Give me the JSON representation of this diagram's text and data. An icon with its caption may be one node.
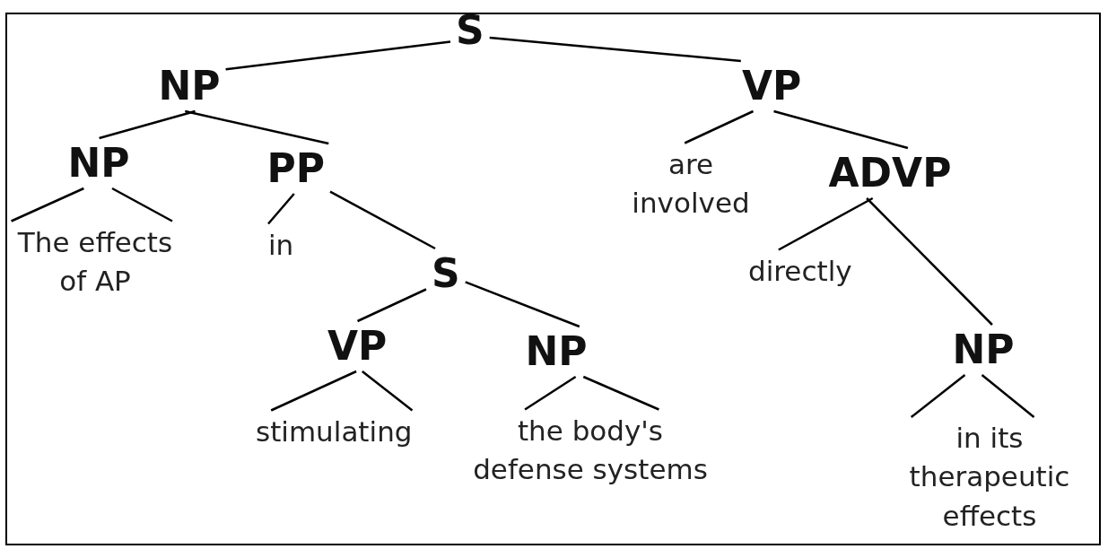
{
  "diagram": {
    "nodes": [
      {
        "text": [
          "S"
        ]
      },
      {
        "text": [
          "NP"
        ]
      },
      {
        "text": [
          "VP"
        ]
      },
      {
        "text": [
          "NP"
        ]
      },
      {
        "text": [
          "PP"
        ]
      },
      {
        "text": [
          "The effects of AP"
        ]
      },
      {
        "text": [
          "in"
        ]
      },
      {
        "text": [
          "S"
        ]
      },
      {
        "text": [
          "are involved"
        ]
      },
      {
        "text": [
          "ADVP"
        ]
      },
      {
        "text": [
          "VP"
        ]
      },
      {
        "text": [
          "NP"
        ]
      },
      {
        "text": [
          "stimulating"
        ]
      },
      {
        "text": [
          "the body's defense systems"
        ]
      },
      {
        "text": [
          "directly"
        ]
      },
      {
        "text": [
          "NP"
        ]
      },
      {
        "text": [
          "in its therapeutic effects"
        ]
      }
    ],
    "edges": [
      {
        "from": 0,
        "to": 1,
        "arrow": "none"
      },
      {
        "from": 0,
        "to": 2,
        "arrow": "none"
      },
      {
        "from": 1,
        "to": 3,
        "arrow": "none"
      },
      {
        "from": 1,
        "to": 4,
        "arrow": "none"
      },
      {
        "from": 3,
        "to": 5,
        "arrow": "none"
      },
      {
        "from": 3,
        "to": 5,
        "arrow": "none"
      },
      {
        "from": 4,
        "to": 6,
        "arrow": "none"
      },
      {
        "from": 4,
        "to": 7,
        "arrow": "none"
      },
      {
        "from": 7,
        "to": 10,
        "arrow": "none"
      },
      {
        "from": 7,
        "to": 11,
        "arrow": "none"
      },
      {
        "from": 10,
        "to": 12,
        "arrow": "none"
      },
      {
        "from": 10,
        "to": 12,
        "arrow": "none"
      },
      {
        "from": 11,
        "to": 13,
        "arrow": "none"
      },
      {
        "from": 11,
        "to": 13,
        "arrow": "none"
      },
      {
        "from": 2,
        "to": 8,
        "arrow": "none"
      },
      {
        "from": 2,
        "to": 9,
        "arrow": "none"
      },
      {
        "from": 9,
        "to": 14,
        "arrow": "none"
      },
      {
        "from": 9,
        "to": 15,
        "arrow": "none"
      },
      {
        "from": 15,
        "to": 16,
        "arrow": "none"
      },
      {
        "from": 15,
        "to": 16,
        "arrow": "none"
      }
    ]
  }
}
